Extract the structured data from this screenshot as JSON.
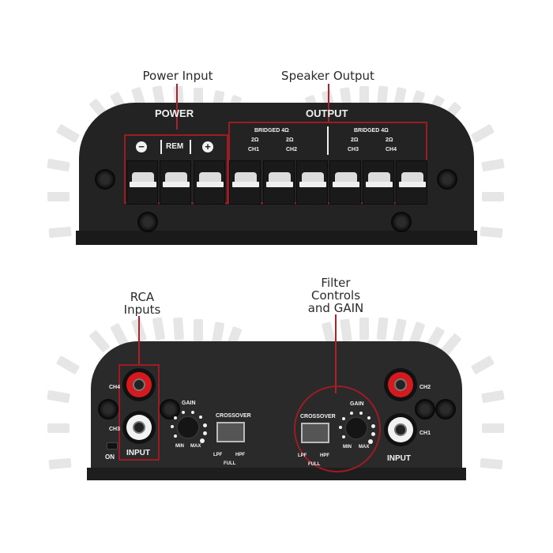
{
  "top_panel": {
    "callouts": {
      "power_input": "Power Input",
      "speaker_output": "Speaker Output"
    },
    "section_labels": {
      "power": "POWER",
      "output": "OUTPUT"
    },
    "power_terminals": {
      "minus_symbol": "−",
      "rem": "REM",
      "plus_symbol": "+"
    },
    "output_groups": [
      {
        "bridged": "BRIDGED 4Ω",
        "ohm_left": "2Ω",
        "ohm_right": "2Ω",
        "ch_left": "CH1",
        "ch_right": "CH2"
      },
      {
        "bridged": "BRIDGED 4Ω",
        "ohm_left": "2Ω",
        "ohm_right": "2Ω",
        "ch_left": "CH3",
        "ch_right": "CH4"
      }
    ],
    "terminal_count": 9
  },
  "bottom_panel": {
    "callouts": {
      "rca_inputs": "RCA\nInputs",
      "rca_line1": "RCA",
      "rca_line2": "Inputs",
      "filter_line1": "Filter",
      "filter_line2": "Controls",
      "filter_line3": "and GAIN"
    },
    "left": {
      "ch_top": "CH4",
      "ch_bottom": "CH3",
      "input_label": "INPUT",
      "on_label": "ON",
      "gain_label": "GAIN",
      "min_label": "MIN",
      "max_label": "MAX",
      "crossover_label": "CROSSOVER",
      "lpf": "LPF",
      "full": "FULL",
      "hpf": "HPF"
    },
    "right": {
      "ch_top": "CH2",
      "ch_bottom": "CH1",
      "input_label": "INPUT",
      "gain_label": "GAIN",
      "min_label": "MIN",
      "max_label": "MAX",
      "crossover_label": "CROSSOVER",
      "lpf": "LPF",
      "full": "FULL",
      "hpf": "HPF"
    }
  },
  "colors": {
    "chassis": "#232323",
    "callout_red": "#9e1b24",
    "rca_red": "#d4191f",
    "rca_white": "#f2f2f2",
    "fins": "#e6e6e6"
  }
}
